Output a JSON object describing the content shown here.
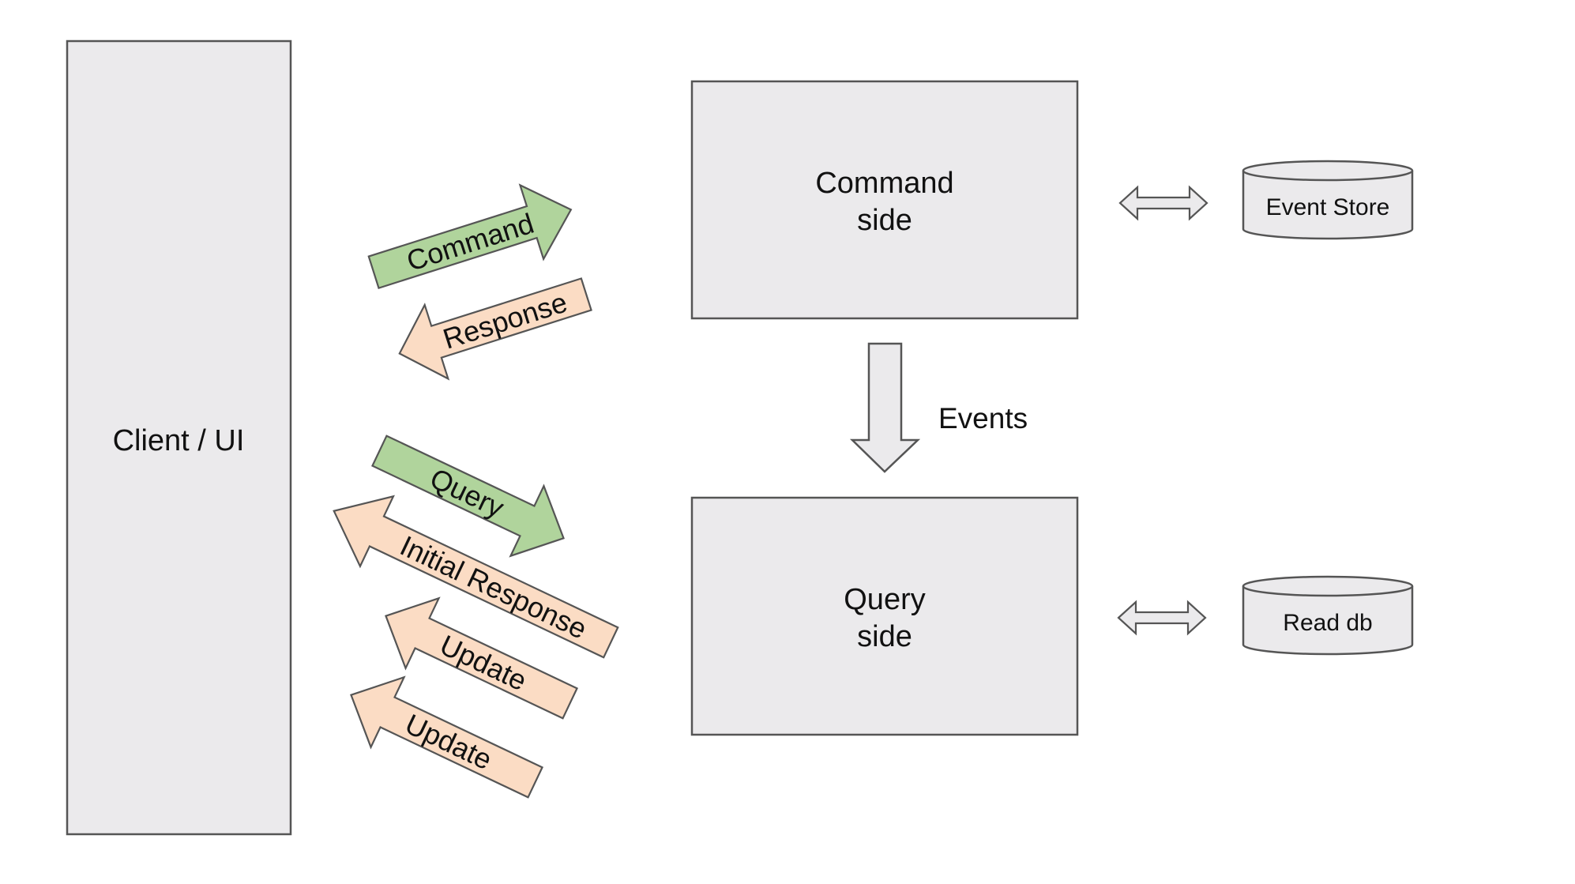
{
  "nodes": {
    "client": "Client / UI",
    "command_side": [
      "Command",
      "side"
    ],
    "query_side": [
      "Query",
      "side"
    ],
    "event_store": "Event Store",
    "read_db": "Read db"
  },
  "flows": {
    "events": "Events",
    "command": "Command",
    "response": "Response",
    "query": "Query",
    "initial_response": "Initial Response",
    "update_1": "Update",
    "update_2": "Update"
  },
  "colors": {
    "box_fill": "#ebeaec",
    "request_arrow": "#b0d49c",
    "response_arrow": "#fbdcc4",
    "connector_arrow": "#ebeaec"
  }
}
